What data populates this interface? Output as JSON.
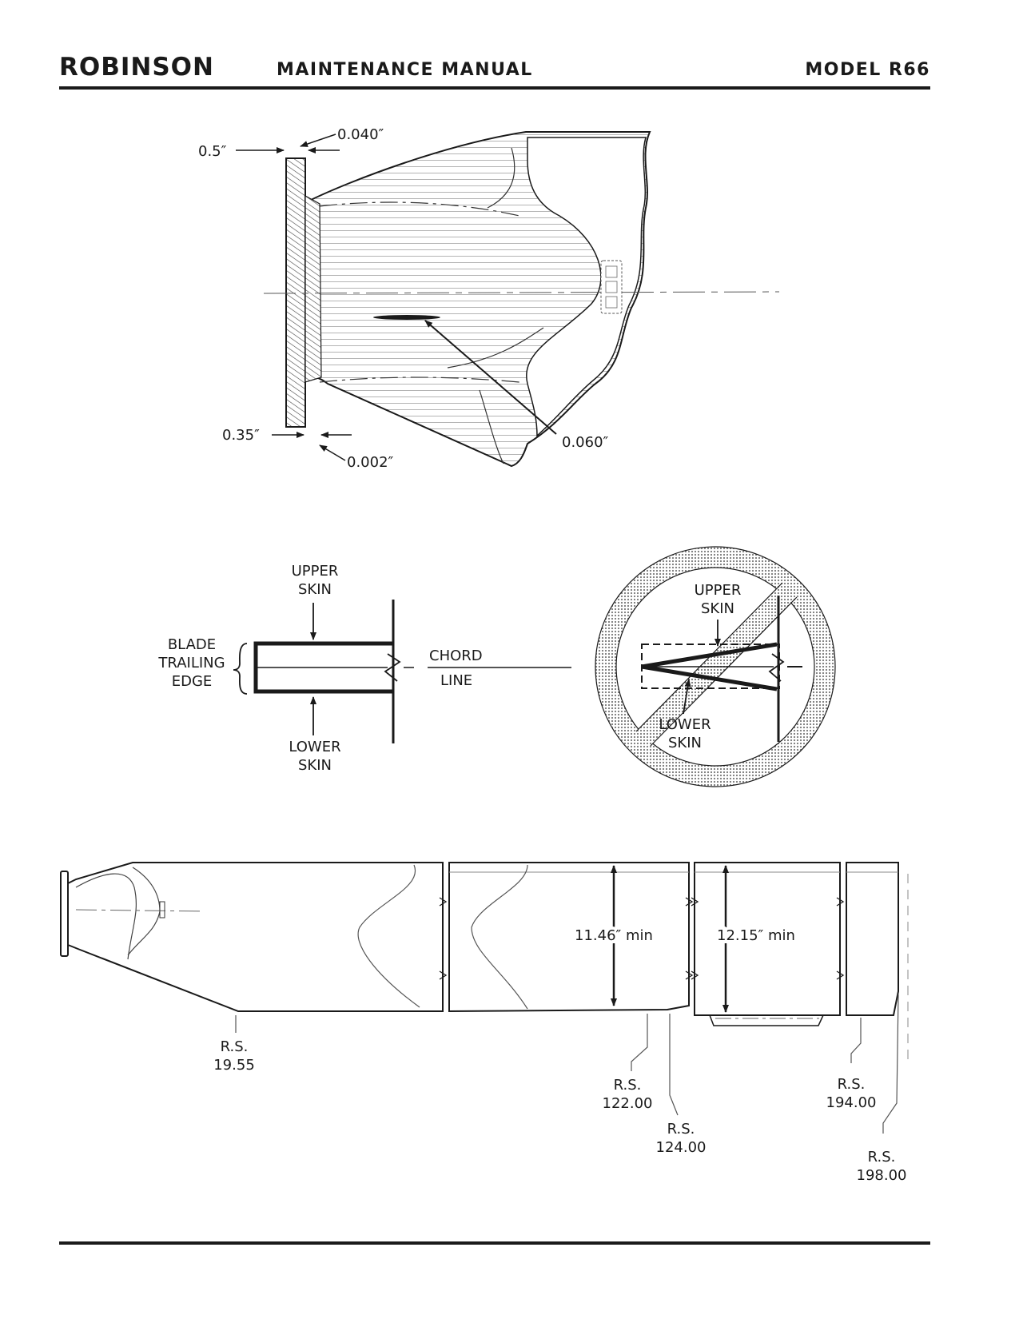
{
  "header": {
    "brand": "ROBINSON",
    "manual": "MAINTENANCE MANUAL",
    "model": "MODEL R66"
  },
  "top_figure": {
    "dim_0_5": "0.5″",
    "dim_0_040": "0.040″",
    "dim_0_35": "0.35″",
    "dim_0_002": "0.002″",
    "dim_0_060": "0.060″"
  },
  "section_correct": {
    "upper_1": "UPPER",
    "upper_2": "SKIN",
    "lower_1": "LOWER",
    "lower_2": "SKIN",
    "edge_1": "BLADE",
    "edge_2": "TRAILING",
    "edge_3": "EDGE",
    "chord_1": "CHORD",
    "chord_2": "LINE"
  },
  "section_incorrect": {
    "upper_1": "UPPER",
    "upper_2": "SKIN",
    "lower_1": "LOWER",
    "lower_2": "SKIN"
  },
  "blade_plan": {
    "width_1": "11.46″ min",
    "width_2": "12.15″ min",
    "rs_label": "R.S.",
    "rs_19_55": "19.55",
    "rs_122": "122.00",
    "rs_124": "124.00",
    "rs_194": "194.00",
    "rs_198": "198.00"
  }
}
